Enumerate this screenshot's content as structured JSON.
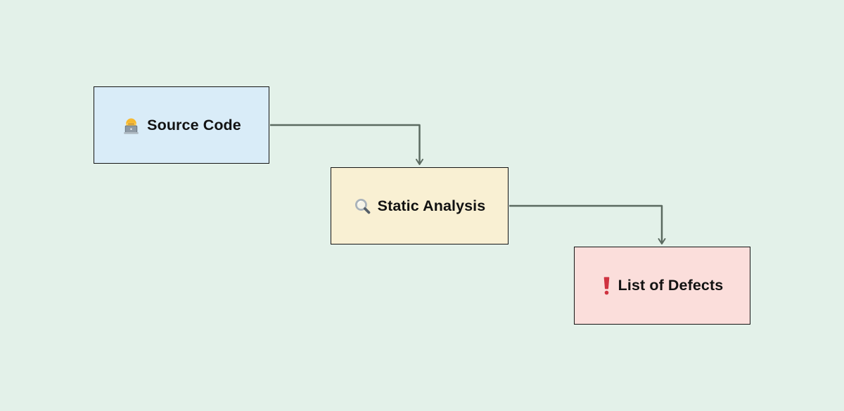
{
  "canvas": {
    "background_color": "#e3f1e9"
  },
  "diagram": {
    "edge_color": "#5b6a60",
    "node_border_color": "#141414",
    "node_text_color": "#121212",
    "nodes": [
      {
        "id": "source-code",
        "label": "Source Code",
        "icon": "technologist-icon",
        "fill_color": "#d9ecf8"
      },
      {
        "id": "static-analysis",
        "label": "Static Analysis",
        "icon": "magnifying-glass-icon",
        "fill_color": "#f9f0d3"
      },
      {
        "id": "list-of-defects",
        "label": "List of Defects",
        "icon": "red-exclamation-icon",
        "fill_color": "#fbdedb"
      }
    ],
    "edges": [
      {
        "from": "source-code",
        "to": "static-analysis"
      },
      {
        "from": "static-analysis",
        "to": "list-of-defects"
      }
    ],
    "icon_colors": {
      "technologist_face": "#ffcb4c",
      "technologist_hair": "#f6b82e",
      "technologist_laptop": "#8e9aa5",
      "magnifier_ring": "#a9b2ba",
      "magnifier_handle": "#566069",
      "exclamation_red": "#cf3340"
    }
  }
}
